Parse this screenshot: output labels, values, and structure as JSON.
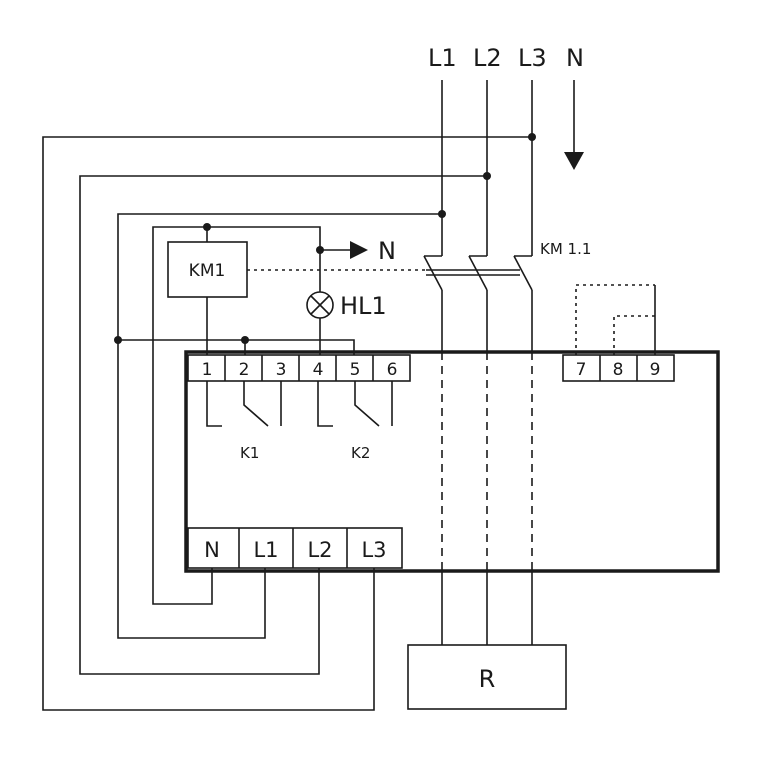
{
  "supply": {
    "l1": "L1",
    "l2": "L2",
    "l3": "L3",
    "n": "N"
  },
  "contactor": {
    "coil": "KM1",
    "contacts": "KM 1.1"
  },
  "lamp": {
    "label": "HL1"
  },
  "neutral_out": "N",
  "relay_terminals_top": [
    "1",
    "2",
    "3",
    "4",
    "5",
    "6"
  ],
  "relay_terminals_aux": [
    "7",
    "8",
    "9"
  ],
  "relay_terminals_bottom": [
    "N",
    "L1",
    "L2",
    "L3"
  ],
  "relay_contacts": {
    "k1": "K1",
    "k2": "K2"
  },
  "load": {
    "label": "R"
  }
}
